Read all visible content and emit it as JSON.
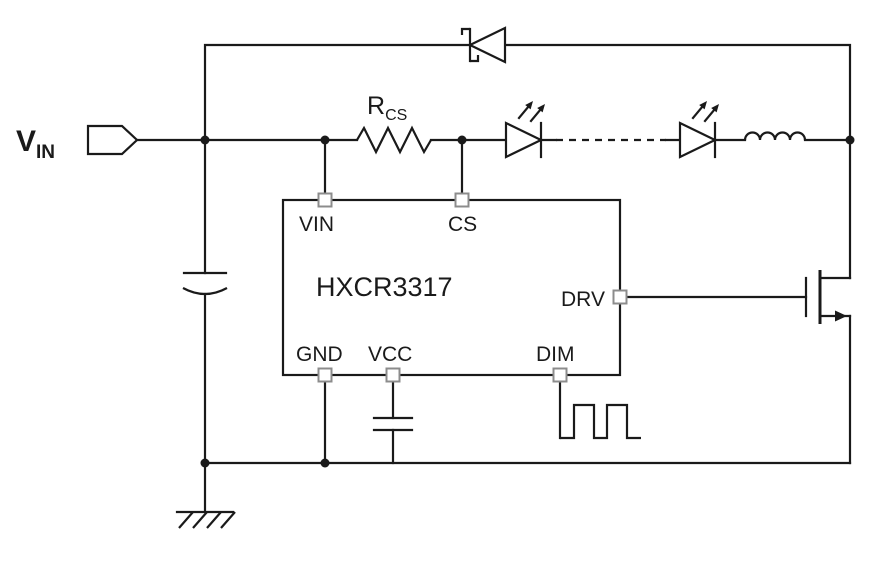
{
  "labels": {
    "input_main": "V",
    "input_sub": "IN",
    "rcs_main": "R",
    "rcs_sub": "CS",
    "ic_name": "HXCR3317",
    "pins": {
      "vin": "VIN",
      "cs": "CS",
      "drv": "DRV",
      "gnd": "GND",
      "vcc": "VCC",
      "dim": "DIM"
    }
  },
  "components": {
    "input_terminal": "vin-input-terminal",
    "input_capacitor": "input-capacitor",
    "sense_resistor": "current-sense-resistor",
    "led_string": "led-string-with-light-rays",
    "inductor": "output-inductor",
    "freewheel_diode": "schottky-freewheel-diode",
    "mosfet": "nmos-power-switch",
    "vcc_capacitor": "vcc-bypass-capacitor",
    "pwm": "pwm-dimming-waveform",
    "ground": "earth-ground-symbol"
  },
  "colors": {
    "line": "#1a1a1a",
    "background": "#ffffff",
    "pin_outline": "#8c8c8c"
  }
}
